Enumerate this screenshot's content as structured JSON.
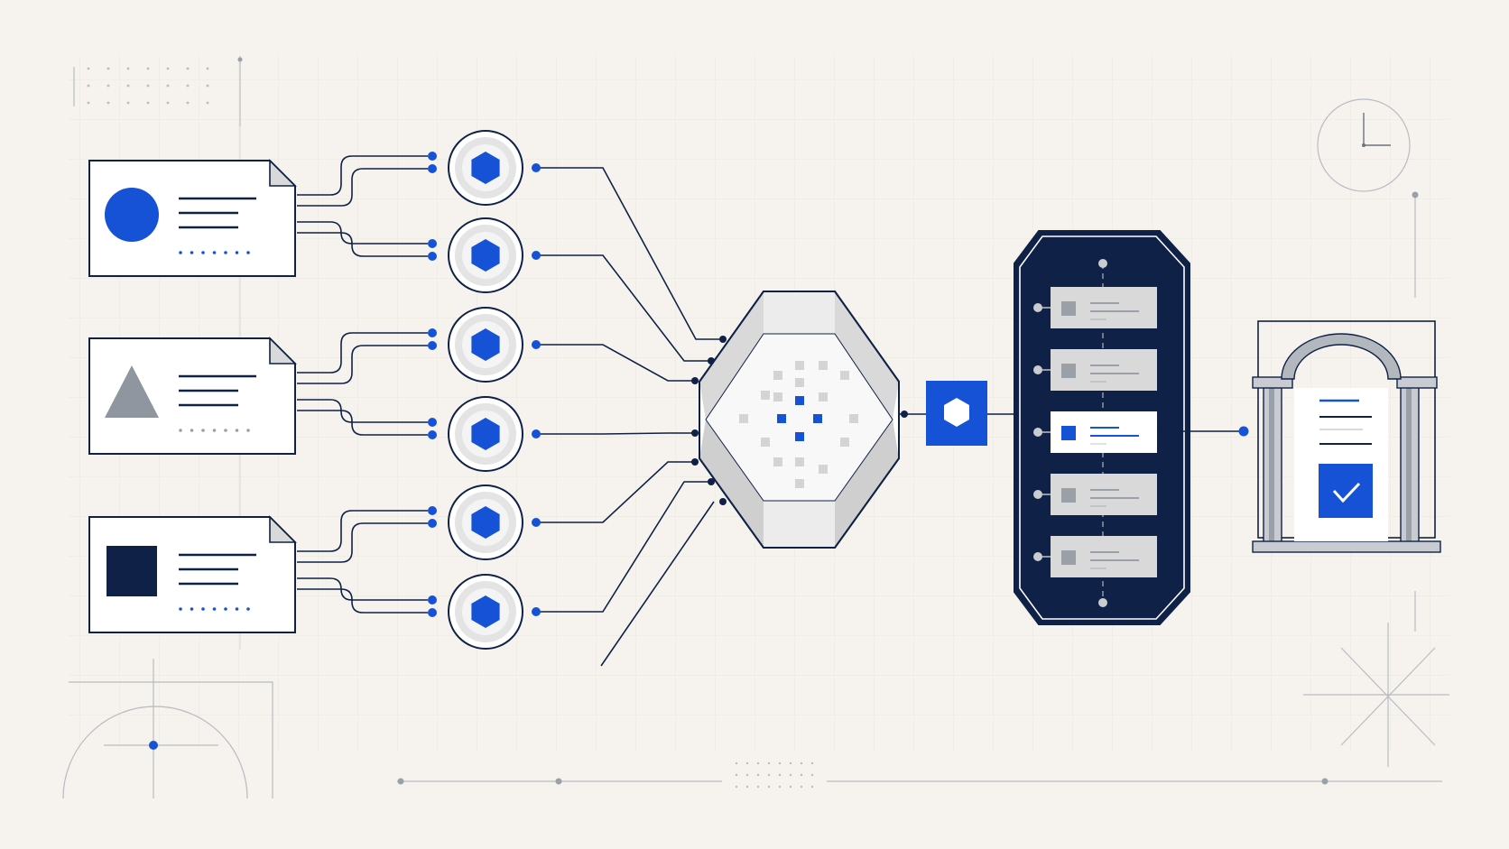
{
  "colors": {
    "background": "#f6f3ee",
    "grid": "#e6e2db",
    "navy": "#0f2146",
    "blue": "#1652d6",
    "gray": "#9aa0a8",
    "light_gray": "#d9d9d9",
    "panel_fill": "#ffffff"
  },
  "sources": [
    {
      "kind": "document",
      "shape": "circle",
      "shape_color": "#1652d6",
      "dot_color": "#1652d6"
    },
    {
      "kind": "document",
      "shape": "triangle",
      "shape_color": "#8f969f",
      "dot_color": "#9aa0a8"
    },
    {
      "kind": "document",
      "shape": "square",
      "shape_color": "#0f2146",
      "dot_color": "#1652d6"
    }
  ],
  "processing_nodes": [
    {
      "icon": "hexagon-icon"
    },
    {
      "icon": "hexagon-icon"
    },
    {
      "icon": "hexagon-icon"
    },
    {
      "icon": "hexagon-icon"
    },
    {
      "icon": "hexagon-icon"
    },
    {
      "icon": "hexagon-icon"
    }
  ],
  "central_hub": {
    "icon": "octagon-core-icon"
  },
  "connector": {
    "icon": "hexagon-icon"
  },
  "stack": {
    "rows": [
      {
        "state": "inactive"
      },
      {
        "state": "inactive"
      },
      {
        "state": "active"
      },
      {
        "state": "inactive"
      },
      {
        "state": "inactive"
      }
    ]
  },
  "destination": {
    "icon": "archway-icon",
    "status_icon": "checkmark-icon"
  },
  "decorations": {
    "clock": "clock-icon",
    "compass": "compass-arc-icon",
    "starburst": "starburst-icon"
  }
}
